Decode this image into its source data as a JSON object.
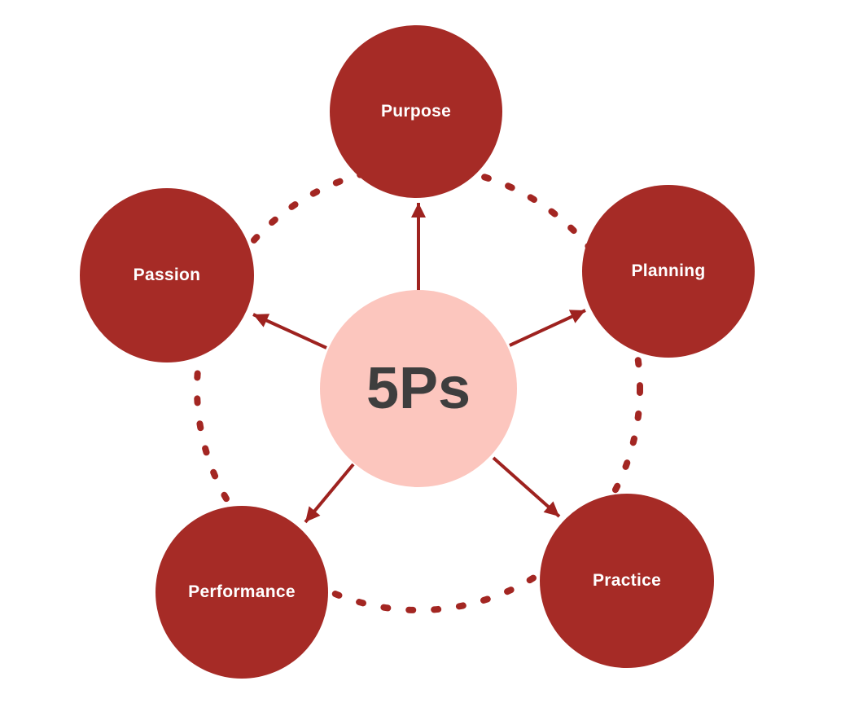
{
  "diagram": {
    "title": "5Ps",
    "center": {
      "label": "5Ps"
    },
    "nodes": [
      {
        "id": "purpose",
        "label": "Purpose",
        "position": "top"
      },
      {
        "id": "planning",
        "label": "Planning",
        "position": "right"
      },
      {
        "id": "practice",
        "label": "Practice",
        "position": "bottom-right"
      },
      {
        "id": "performance",
        "label": "Performance",
        "position": "bottom-left"
      },
      {
        "id": "passion",
        "label": "Passion",
        "position": "left"
      }
    ],
    "connectors": {
      "style": "arrow-from-center",
      "count": 5
    },
    "ring": {
      "style": "dotted-circle"
    },
    "colors": {
      "node_fill": "#A62B26",
      "node_text": "#FFFFFF",
      "center_fill": "#FCC6BE",
      "center_text": "#3E3E3E",
      "arrow": "#9E221F",
      "dotted_ring": "#A32622",
      "background": "#FFFFFF"
    }
  }
}
